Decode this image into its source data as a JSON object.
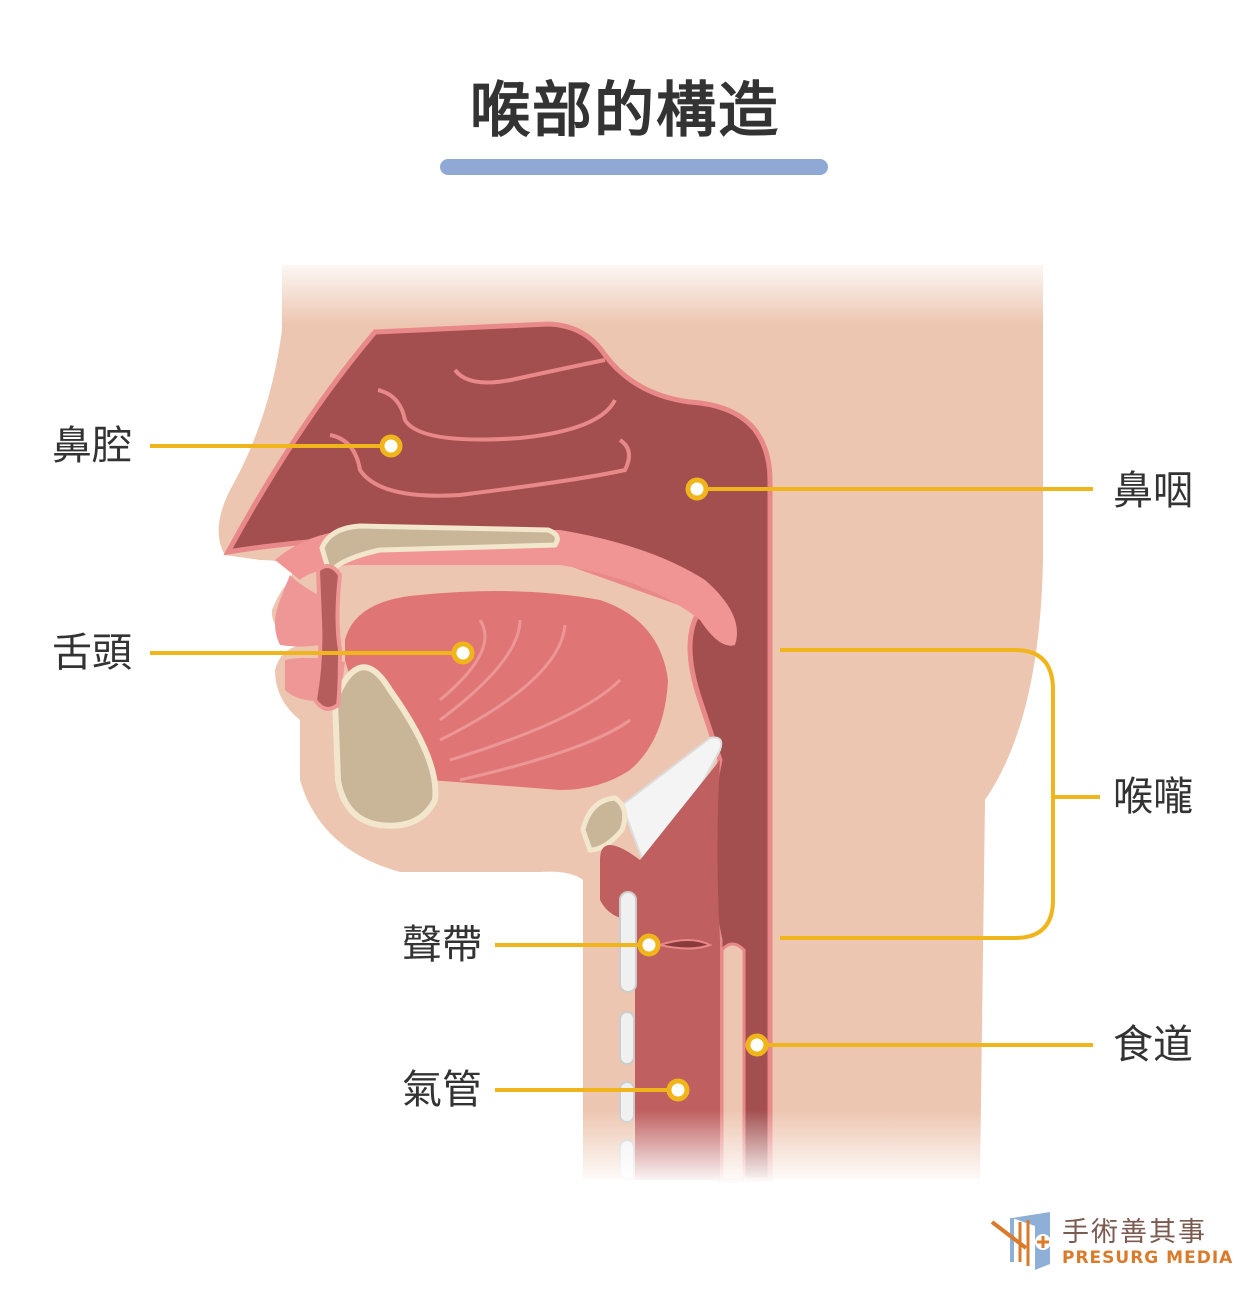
{
  "title": "喉部的構造",
  "labels": {
    "nasal_cavity": "鼻腔",
    "nasopharynx": "鼻咽",
    "tongue": "舌頭",
    "throat": "喉嚨",
    "vocal_cords": "聲帶",
    "esophagus": "食道",
    "trachea": "氣管"
  },
  "logo": {
    "name_cn": "手術善其事",
    "name_en": "PRESURG MEDIA"
  },
  "colors": {
    "accent": "#f1b51c",
    "title_bar": "#8fa9d4",
    "skin": "#edc6b1",
    "tissue_dark": "#a34f4f",
    "tissue_pink": "#e07a7a"
  }
}
